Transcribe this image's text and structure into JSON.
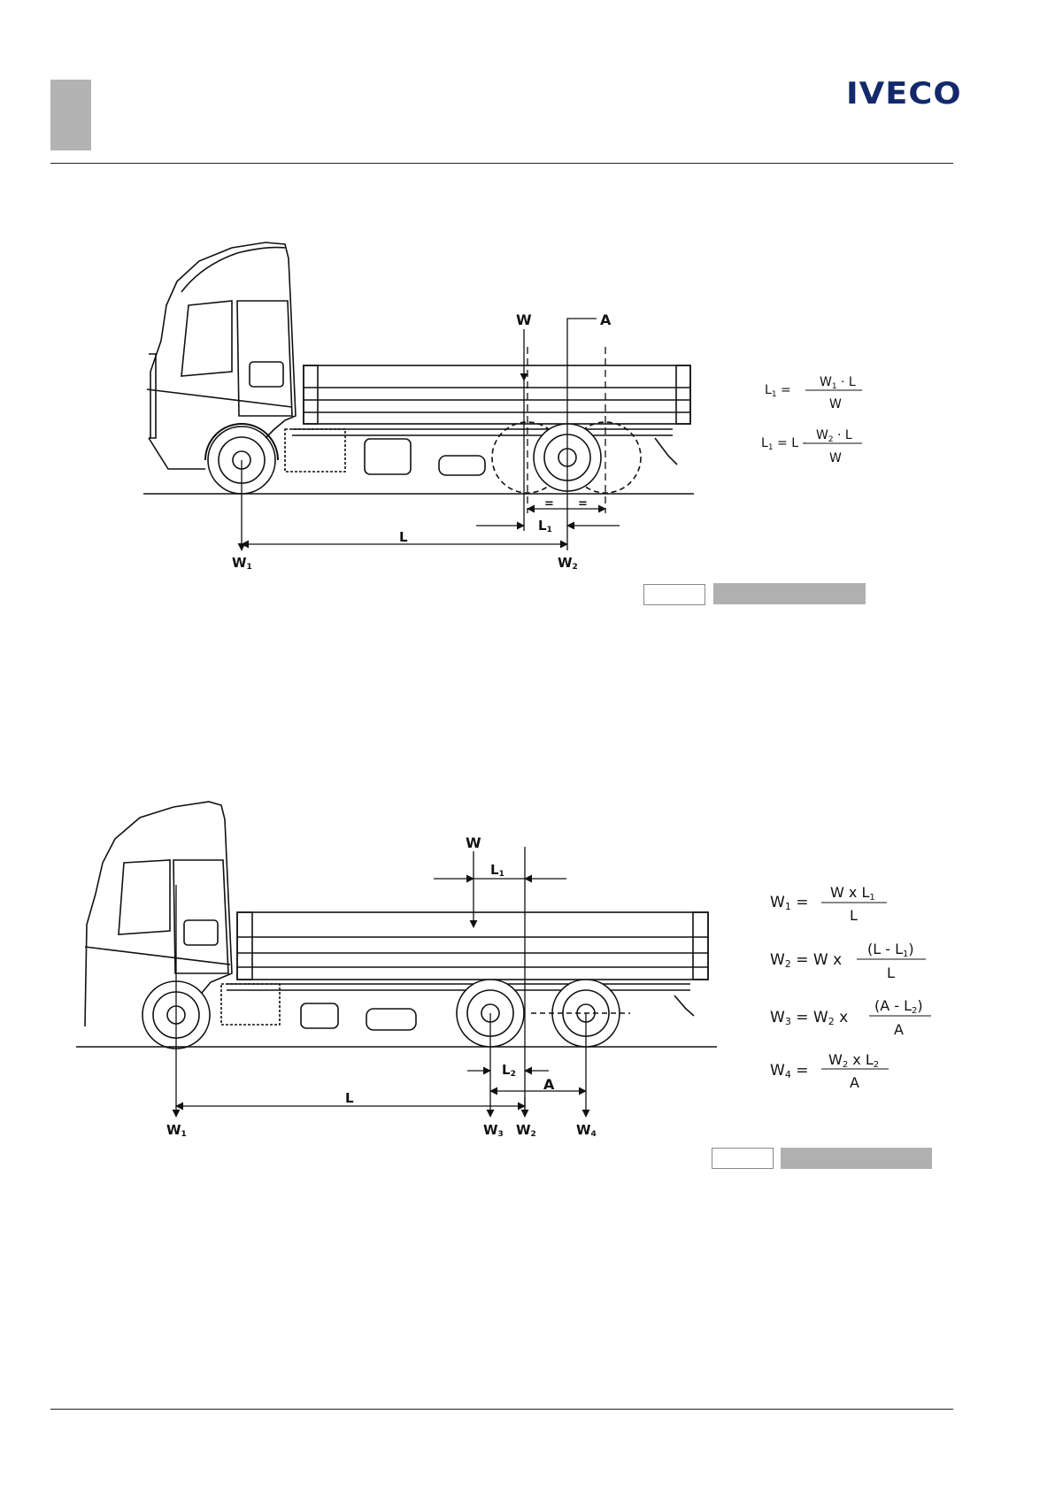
{
  "header": {
    "brand": "IVECO"
  },
  "figure1": {
    "labels": {
      "W": "W",
      "A": "A",
      "L": "L",
      "W1": "W",
      "W1_sub": "1",
      "W2": "W",
      "W2_sub": "2",
      "L1": "L",
      "L1_sub": "1",
      "eq_mark_a": "=",
      "eq_mark_b": "="
    },
    "formulas": [
      {
        "lhs": "L",
        "lhs_sub": "1",
        "op": " = ",
        "prefix": "",
        "num": "W",
        "num_sub": "1",
        "num_rest": " · L",
        "den": "W"
      },
      {
        "lhs": "L",
        "lhs_sub": "1",
        "op": " = ",
        "prefix": "L - ",
        "num": "W",
        "num_sub": "2",
        "num_rest": " · L",
        "den": "W"
      }
    ]
  },
  "figure2": {
    "labels": {
      "W": "W",
      "L": "L",
      "A": "A",
      "L1": "L",
      "L1_sub": "1",
      "L2": "L",
      "L2_sub": "2",
      "W1": "W",
      "W1_sub": "1",
      "W2": "W",
      "W2_sub": "2",
      "W3": "W",
      "W3_sub": "3",
      "W4": "W",
      "W4_sub": "4"
    },
    "formulas": [
      {
        "lhs": "W",
        "lhs_sub": "1",
        "op": " = ",
        "prefix": "",
        "num_a": "W x L",
        "num_a_sub": "1",
        "den": "L"
      },
      {
        "lhs": "W",
        "lhs_sub": "2",
        "op": " = ",
        "prefix": "W x",
        "num_a": "(L - L",
        "num_a_sub": "1",
        "num_b": ")",
        "den": "L"
      },
      {
        "lhs": "W",
        "lhs_sub": "3",
        "op": " = ",
        "prefix": "W",
        "prefix_sub": "2",
        "prefix_rest": " x",
        "num_a": "(A - L",
        "num_a_sub": "2",
        "num_b": ")",
        "den": "A"
      },
      {
        "lhs": "W",
        "lhs_sub": "4",
        "op": " = ",
        "prefix": "",
        "num_a": "W",
        "num_a_sub": "2",
        "num_b": " x L",
        "num_b_sub": "2",
        "den": "A"
      }
    ]
  }
}
